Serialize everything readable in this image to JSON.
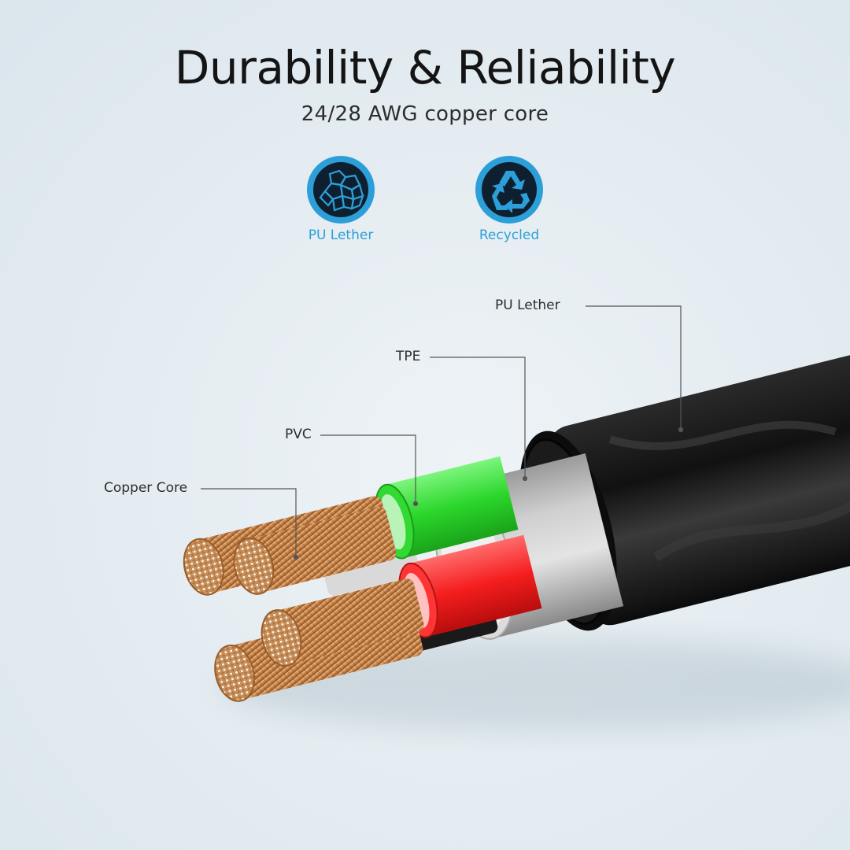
{
  "headline": "Durability & Reliability",
  "subline": "24/28 AWG copper core",
  "features": [
    {
      "label": "PU Lether",
      "icon": "leather-texture-icon"
    },
    {
      "label": "Recycled",
      "icon": "recycle-icon"
    }
  ],
  "callouts": {
    "pu": "PU Lether",
    "tpe": "TPE",
    "pvc": "PVC",
    "copper": "Copper Core"
  },
  "colors": {
    "accent": "#2d9fd8",
    "badge_dark": "#0e2030",
    "wire_green": "#3fe03f",
    "wire_red": "#ff2a2a",
    "copper": "#d89a5c",
    "jacket": "#101010",
    "tpe_sheath": "#bcbcbc"
  }
}
